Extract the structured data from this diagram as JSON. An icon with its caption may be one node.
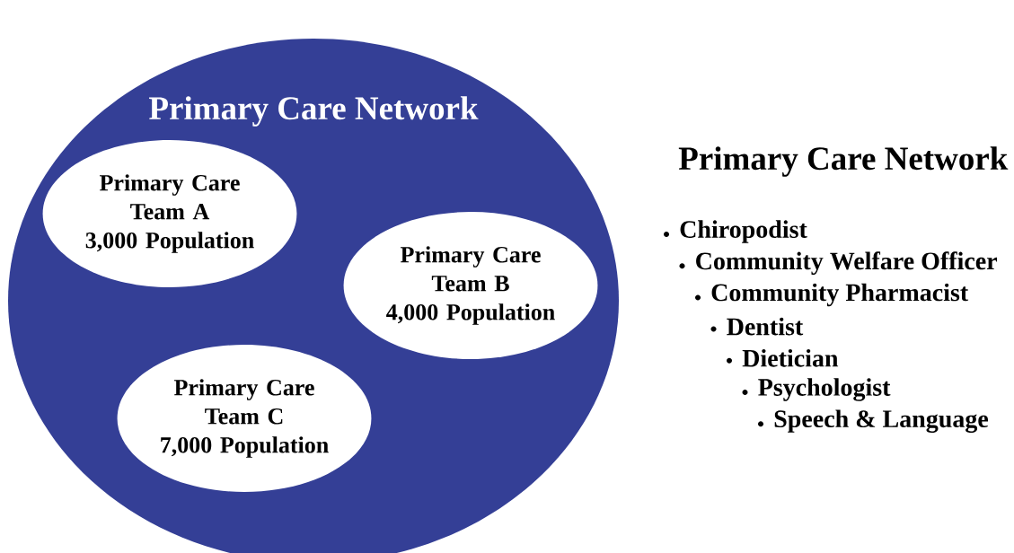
{
  "diagram": {
    "nodes": [
      {
        "text": [
          "Primary Care Network"
        ]
      },
      {
        "text": [
          "Primary Care Team A",
          "3,000 Population"
        ],
        "in": 0
      },
      {
        "text": [
          "Primary Care Team B",
          "4,000 Population"
        ],
        "in": 0
      },
      {
        "text": [
          "Primary Care Team C",
          "7,000 Population"
        ],
        "in": 0
      }
    ],
    "labels": [
      "Primary Care Network",
      "Chiropodist",
      "Community Welfare Officer",
      "Community Pharmacist",
      "Dentist",
      "Dietician",
      "Psychologist",
      "Speech & Language"
    ]
  }
}
